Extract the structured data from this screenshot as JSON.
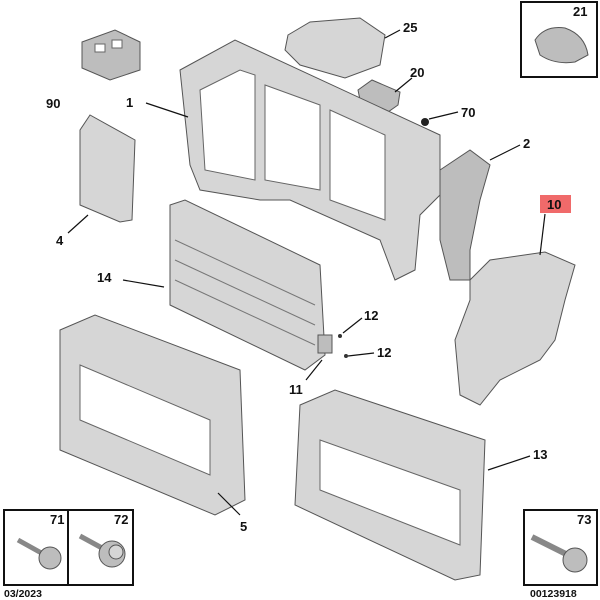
{
  "diagram": {
    "callouts": {
      "p25": "25",
      "p21": "21",
      "p90": "90",
      "p1": "1",
      "p20": "20",
      "p70": "70",
      "p2": "2",
      "p4": "4",
      "p10": "10",
      "p14": "14",
      "p12a": "12",
      "p12b": "12",
      "p11": "11",
      "p13": "13",
      "p5": "5",
      "p71": "71",
      "p72": "72",
      "p73": "73"
    },
    "highlight_color": "#f06a6a",
    "footer": {
      "date": "03/2023",
      "reference": "00123918"
    }
  }
}
